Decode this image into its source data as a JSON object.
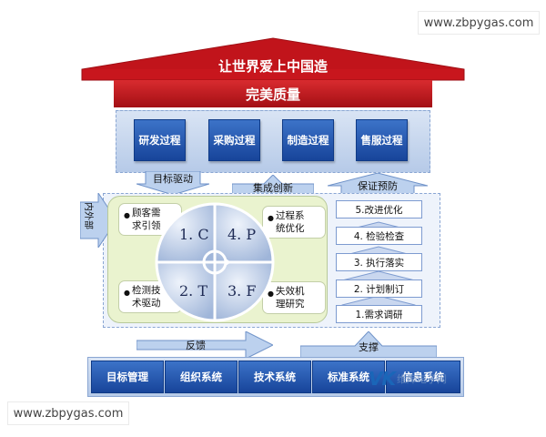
{
  "watermark": "www.zbpygas.com",
  "roof": {
    "title": "让世界爱上中国造"
  },
  "banner": {
    "title": "完美质量"
  },
  "processes": [
    "研发过程",
    "采购过程",
    "制造过程",
    "售服过程"
  ],
  "arrows": {
    "target_drive": "目标驱动",
    "integrated_innovation": "集成创新",
    "guarantee_prevention": "保证预防",
    "feedback": "反馈",
    "support": "支撑",
    "internal_external": "内外部"
  },
  "circle": {
    "q1": "1. C",
    "q2": "4. P",
    "q3": "2. T",
    "q4": "3. F"
  },
  "notes": {
    "customer": [
      "顾客需",
      "求引领"
    ],
    "process": [
      "过程系",
      "统优化"
    ],
    "detection": [
      "检测技",
      "术驱动"
    ],
    "failure": [
      "失效机",
      "理研究"
    ]
  },
  "steps": [
    "5.改进优化",
    "4. 检验检查",
    "3. 执行落实",
    "2. 计划制订",
    "1.需求调研"
  ],
  "foundation": [
    "目标管理",
    "组织系统",
    "技术系统",
    "标准系统",
    "信息系统"
  ],
  "logo": {
    "mark": "VK",
    "text": "维库电子网"
  },
  "colors": {
    "red": "#c8161d",
    "blue": "#1f4fa8",
    "light_blue": "#c9d7ef",
    "green_panel": "#eaf3cf"
  }
}
